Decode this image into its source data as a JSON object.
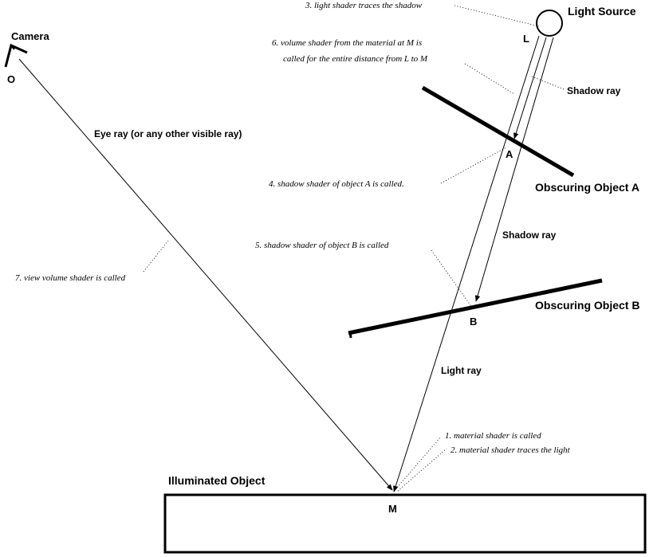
{
  "labels": {
    "light_source": "Light Source",
    "camera": "Camera",
    "camera_point": "O",
    "light_point": "L",
    "shadow_ray_top": "Shadow ray",
    "shadow_ray_mid": "Shadow ray",
    "eye_ray": "Eye ray (or any other visible ray)",
    "point_a": "A",
    "point_b": "B",
    "point_m": "M",
    "obscuring_a": "Obscuring Object A",
    "obscuring_b": "Obscuring Object B",
    "light_ray": "Light ray",
    "illuminated_object": "Illuminated Object"
  },
  "notes": {
    "n3": "3. light shader traces the shadow",
    "n6_line1": "6. volume shader from the material at M is",
    "n6_line2": "called for the entire distance from L to M",
    "n4": "4. shadow shader of object A is called.",
    "n5": "5. shadow shader of object B is called",
    "n7": "7. view volume shader is called",
    "n1": "1. material shader is called",
    "n2": "2. material shader traces the light"
  }
}
